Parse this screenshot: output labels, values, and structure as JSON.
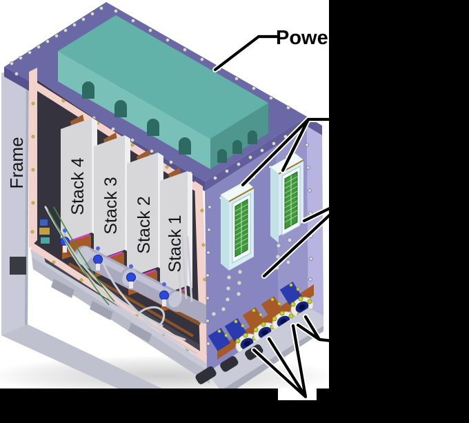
{
  "labels": {
    "power": "Powe",
    "frame": "Frame",
    "stacks": [
      "Stack 4",
      "Stack 3",
      "Stack 2",
      "Stack 1"
    ]
  },
  "colors": {
    "background": "#ffffff",
    "crop": "#000000",
    "roof_top": "#6b68a6",
    "roof_fascia": "#56528e",
    "roof_fascia_right": "#625e9c",
    "panel_right": "#8886c1",
    "panel_right_light": "#b7b4e2",
    "frame_gray": "#c8cad7",
    "gasket_pink": "#f3d2cb",
    "interior_dark": "#35343e",
    "stack_gray": "#d7d7d9",
    "stack_edge": "#efeff1",
    "teal_top": "#62b2a9",
    "teal_front": "#79c1b8",
    "teal_end": "#4f978e",
    "teal_arch": "#2c6a62",
    "connector_housing": "#d6edf1",
    "connector_pins": "#3c9a36",
    "port_ring": "#edede2",
    "port_center": "#13237e",
    "bolt_yellow": "#c9d531",
    "copper": "#a85a26",
    "blue_block": "#2a3bb0",
    "cylinder": "#abacc2",
    "valve_blue": "#2b49e0",
    "callout": "#000000"
  }
}
